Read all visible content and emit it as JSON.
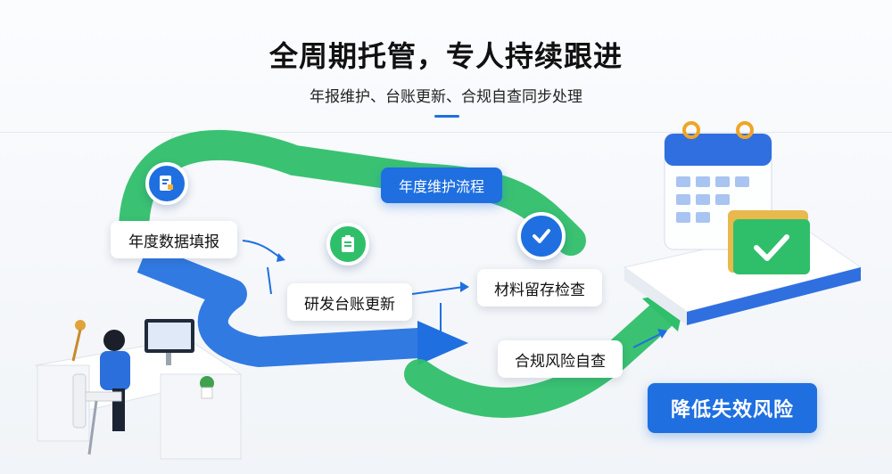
{
  "header": {
    "title": "全周期托管，专人持续跟进",
    "subtitle": "年报维护、台账更新、合规自查同步处理"
  },
  "flow": {
    "label": "年度维护流程",
    "steps": [
      {
        "id": "annual-report",
        "label": "年度数据填报"
      },
      {
        "id": "rd-ledger",
        "label": "研发台账更新"
      },
      {
        "id": "materials",
        "label": "材料留存检查"
      },
      {
        "id": "compliance",
        "label": "合规风险自查"
      }
    ]
  },
  "outcome": {
    "label": "降低失效风险"
  },
  "icons": {
    "report": "document-icon",
    "ledger": "clipboard-icon",
    "check": "checkmark-icon",
    "calendar": "calendar-icon",
    "folder": "folder-check-icon",
    "person": "person-at-desk-icon"
  },
  "colors": {
    "blue": "#1f6fe0",
    "green": "#2fbf6a",
    "text": "#111111"
  }
}
